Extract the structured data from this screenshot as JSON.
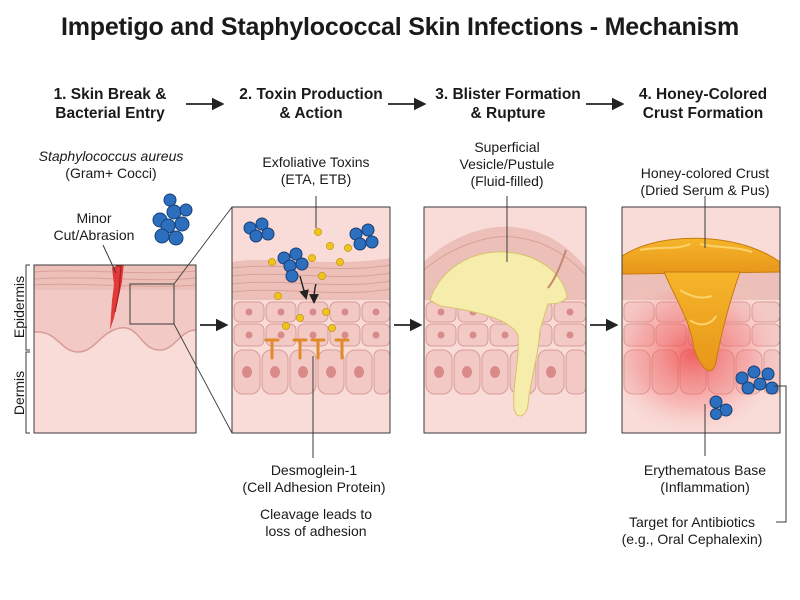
{
  "title": "Impetigo and Staphylococcal Skin Infections - Mechanism",
  "steps": [
    {
      "line1": "1. Skin Break &",
      "line2": "Bacterial Entry"
    },
    {
      "line1": "2. Toxin Production",
      "line2": "& Action"
    },
    {
      "line1": "3. Blister Formation",
      "line2": "& Rupture"
    },
    {
      "line1": "4. Honey-Colored",
      "line2": "Crust Formation"
    }
  ],
  "labels": {
    "bacteria_name": "Staphylococcus aureus",
    "bacteria_type": "(Gram+ Cocci)",
    "cut_line1": "Minor",
    "cut_line2": "Cut/Abrasion",
    "epidermis": "Epidermis",
    "dermis": "Dermis",
    "toxins_line1": "Exfoliative Toxins",
    "toxins_line2": "(ETA, ETB)",
    "vesicle_line1": "Superficial",
    "vesicle_line2": "Vesicle/Pustule",
    "vesicle_line3": "(Fluid-filled)",
    "crust_line1": "Honey-colored Crust",
    "crust_line2": "(Dried Serum & Pus)",
    "desmoglein_line1": "Desmoglein-1",
    "desmoglein_line2": "(Cell Adhesion Protein)",
    "cleavage_line1": "Cleavage leads to",
    "cleavage_line2": "loss of adhesion",
    "erythema_line1": "Erythematous Base",
    "erythema_line2": "(Inflammation)",
    "antibiotic_line1": "Target for Antibiotics",
    "antibiotic_line2": "(e.g., Oral Cephalexin)"
  },
  "colors": {
    "epidermis": "#f3c9c6",
    "dermis": "#f9dcd8",
    "stratum": "#ecc0b8",
    "bacteria": "#2d6fbf",
    "toxin": "#f0c419",
    "desmoglein": "#e08a2a",
    "fluid": "#f6ecab",
    "crust": "#f2a81d",
    "inflammation": "#ef4b4b"
  }
}
